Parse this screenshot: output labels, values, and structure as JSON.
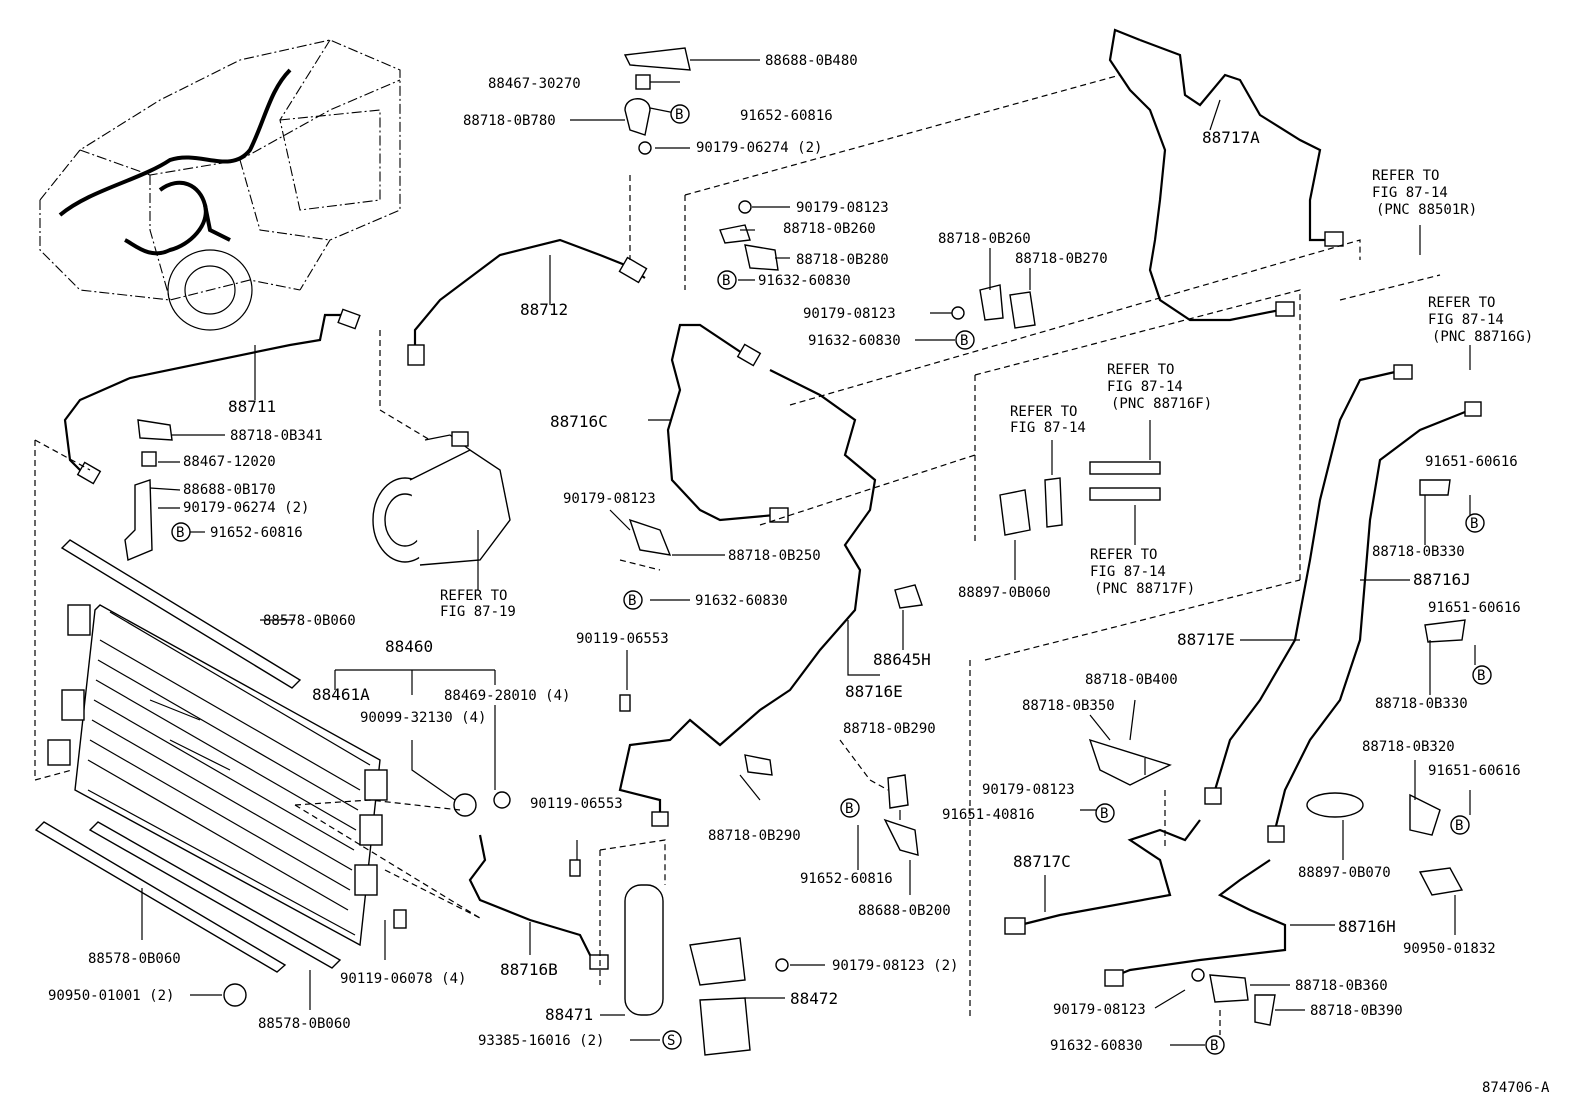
{
  "labels": {
    "p88688_0B480": "88688-0B480",
    "p88467_30270": "88467-30270",
    "p91652_60816_top": "91652-60816",
    "p88718_0B780": "88718-0B780",
    "p90179_06274_top": "90179-06274 (2)",
    "p88712": "88712",
    "p88711": "88711",
    "p88718_0B341": "88718-0B341",
    "p88467_12020": "88467-12020",
    "p88688_0B170": "88688-0B170",
    "p90179_06274_left": "90179-06274 (2)",
    "p91652_60816_left": "91652-60816",
    "ref_87_19_a": "REFER TO",
    "ref_87_19_b": "FIG 87-19",
    "p90179_08123_a": "90179-08123",
    "p88718_0B260_a": "88718-0B260",
    "p88718_0B280": "88718-0B280",
    "p91632_60830_a": "91632-60830",
    "p88718_0B260_b": "88718-0B260",
    "p88718_0B270": "88718-0B270",
    "p90179_08123_b": "90179-08123",
    "p91632_60830_b": "91632-60830",
    "p88716C": "88716C",
    "p90179_08123_c": "90179-08123",
    "p88718_0B250": "88718-0B250",
    "p91632_60830_c": "91632-60830",
    "p88717A": "88717A",
    "ref_88501R_a": "REFER TO",
    "ref_88501R_b": "FIG 87-14",
    "ref_88501R_c": "(PNC 88501R)",
    "ref_88716G_a": "REFER TO",
    "ref_88716G_b": "FIG 87-14",
    "ref_88716G_c": "(PNC 88716G)",
    "ref_88716F_a": "REFER TO",
    "ref_88716F_b": "FIG 87-14",
    "ref_88716F_c": "(PNC 88716F)",
    "ref_87_14_a": "REFER TO",
    "ref_87_14_b": "FIG 87-14",
    "ref_88717F_a": "REFER TO",
    "ref_88717F_b": "FIG 87-14",
    "ref_88717F_c": "(PNC 88717F)",
    "p88897_0B060": "88897-0B060",
    "p91651_60616_a": "91651-60616",
    "p88718_0B330_a": "88718-0B330",
    "p88716J": "88716J",
    "p91651_60616_b": "91651-60616",
    "p88718_0B330_b": "88718-0B330",
    "p88717E": "88717E",
    "p88578_0B060_top": "88578-0B060",
    "p88460": "88460",
    "p88461A": "88461A",
    "p88469_28010": "88469-28010 (4)",
    "p90099_32130": "90099-32130 (4)",
    "p90119_06553_a": "90119-06553",
    "p90119_06553_b": "90119-06553",
    "p88645H": "88645H",
    "p88716E": "88716E",
    "p88718_0B400": "88718-0B400",
    "p88718_0B350": "88718-0B350",
    "p88718_0B290_a": "88718-0B290",
    "p88718_0B290_b": "88718-0B290",
    "p90179_08123_d": "90179-08123",
    "p91651_40816": "91651-40816",
    "p88718_0B320": "88718-0B320",
    "p91651_60616_c": "91651-60616",
    "p91652_60816_bot": "91652-60816",
    "p88688_0B200": "88688-0B200",
    "p88717C": "88717C",
    "p88897_0B070": "88897-0B070",
    "p90950_01832": "90950-01832",
    "p88578_0B060_left": "88578-0B060",
    "p90119_06078": "90119-06078 (4)",
    "p88716B": "88716B",
    "p90179_08123_e": "90179-08123 (2)",
    "p88472": "88472",
    "p88471": "88471",
    "p90950_01001": "90950-01001 (2)",
    "p88578_0B060_bot": "88578-0B060",
    "p93385_16016": "93385-16016 (2)",
    "p88716H": "88716H",
    "p88718_0B360": "88718-0B360",
    "p90179_08123_f": "90179-08123",
    "p88718_0B390": "88718-0B390",
    "p91632_60830_d": "91632-60830",
    "fig_number": "874706-A"
  },
  "symbols": {
    "bolt_mark": "B",
    "screw_mark": "S"
  }
}
